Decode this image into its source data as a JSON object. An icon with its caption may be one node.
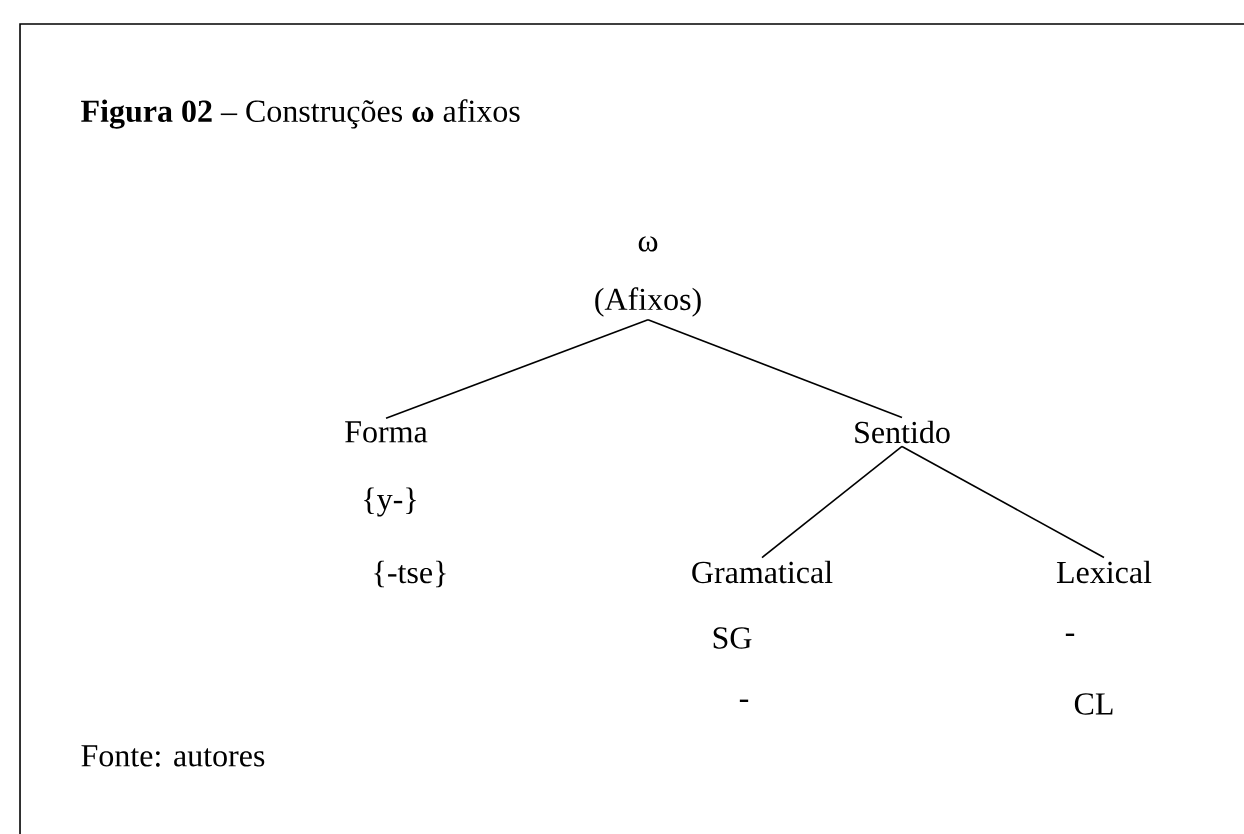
{
  "diagram": {
    "title": "**Figura 02** – Construções **ω** afixos",
    "caption": "Fonte: autores",
    "nodes": [
      {
        "text": [
          "ω",
          "(Afixos)"
        ]
      },
      {
        "text": [
          "Forma",
          "{y-}",
          "{-tse}"
        ]
      },
      {
        "text": [
          "Sentido"
        ]
      },
      {
        "text": [
          "Gramatical",
          "SG",
          "-"
        ]
      },
      {
        "text": [
          "Lexical",
          "-",
          "CL"
        ]
      }
    ],
    "edges": [
      {
        "from": 0,
        "to": 1,
        "arrow": "none"
      },
      {
        "from": 0,
        "to": 2,
        "arrow": "none"
      },
      {
        "from": 2,
        "to": 3,
        "arrow": "none"
      },
      {
        "from": 2,
        "to": 4,
        "arrow": "none"
      }
    ]
  }
}
